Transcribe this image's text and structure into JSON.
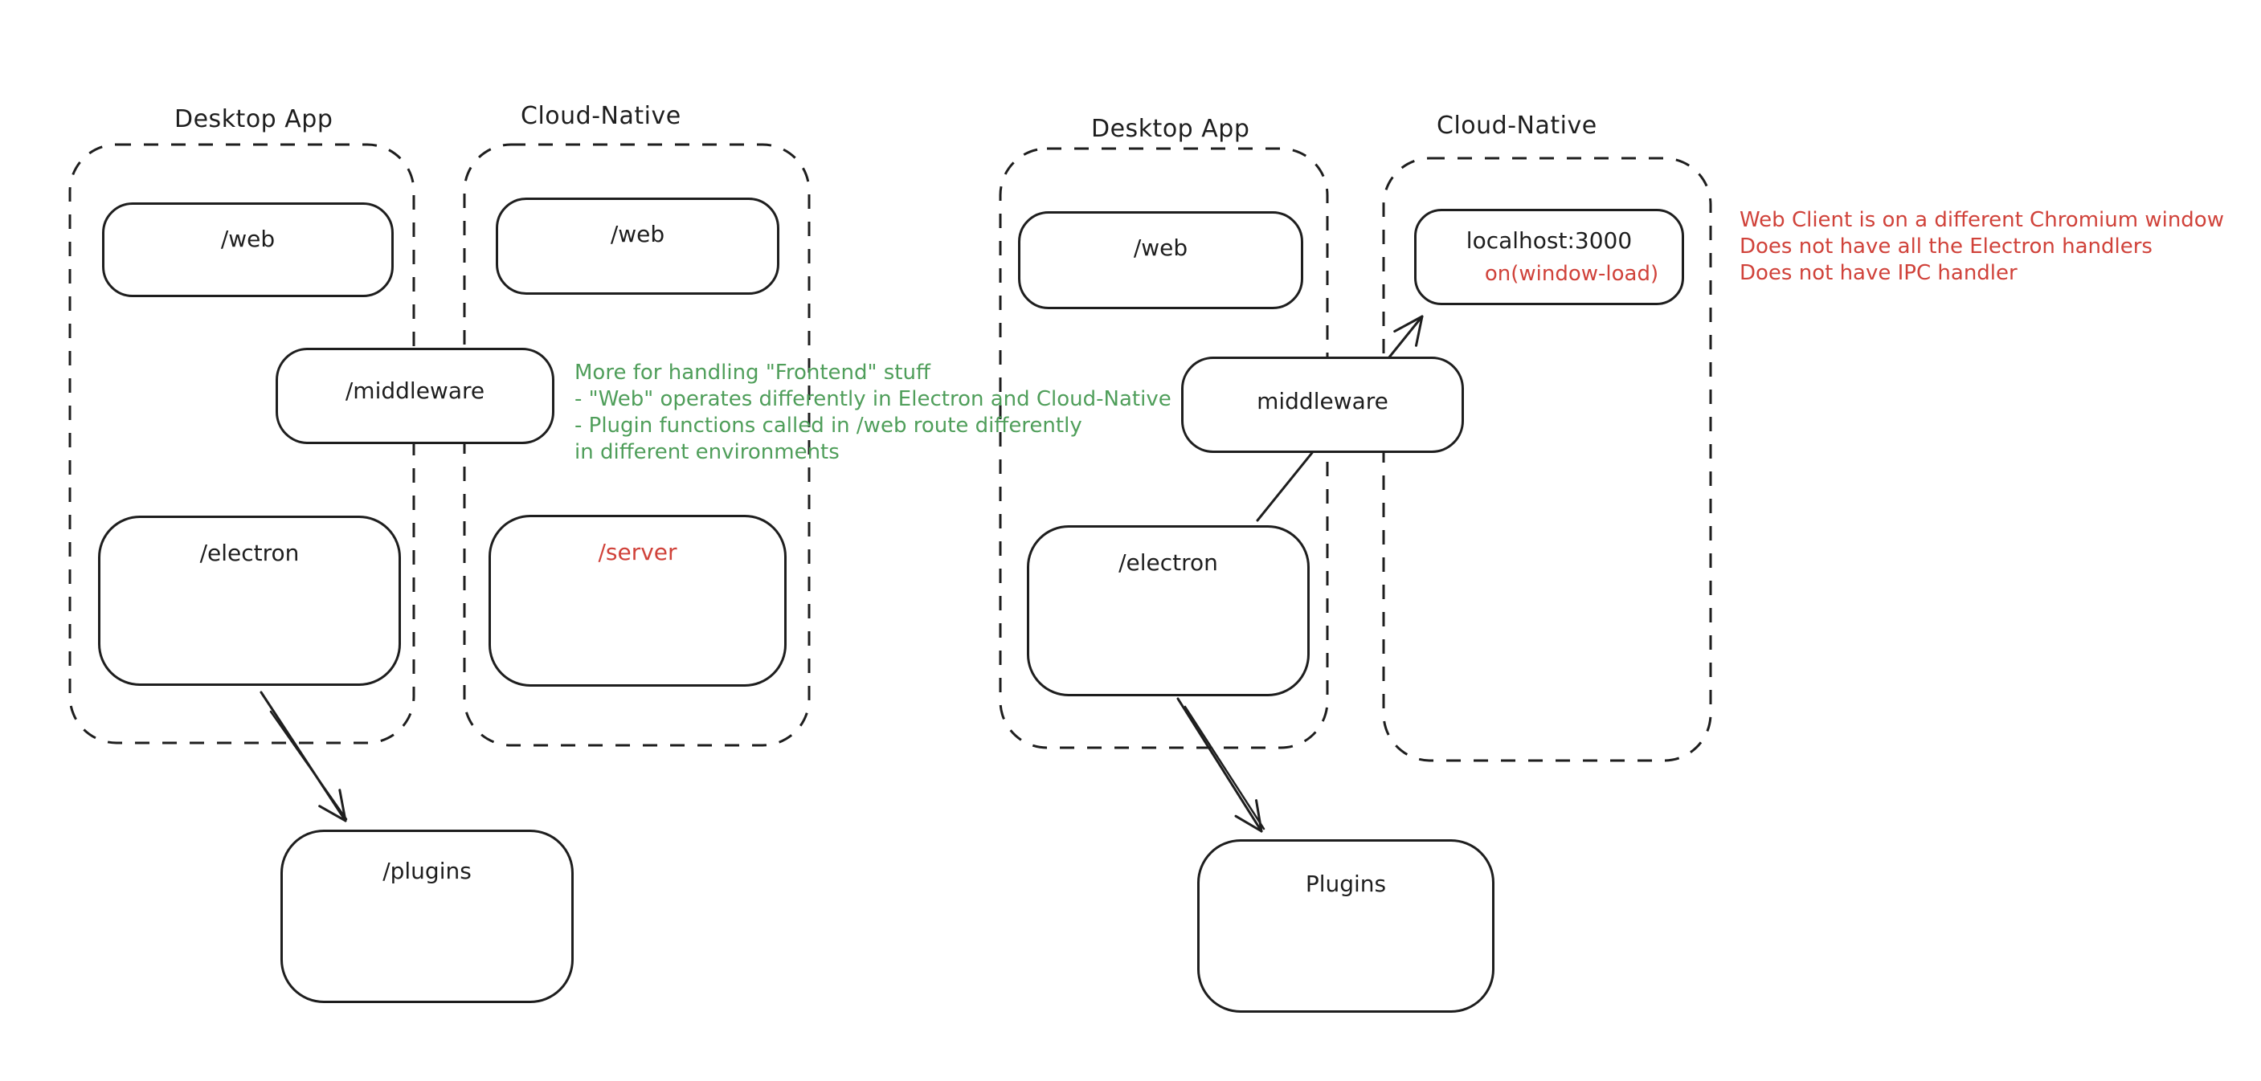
{
  "colors": {
    "ink": "#1e1e1e",
    "red": "#d0423a",
    "green": "#4f9e5a",
    "background": "#ffffff"
  },
  "diagram1": {
    "desktop_label": "Desktop App",
    "cloud_label": "Cloud-Native",
    "web_desktop": "/web",
    "web_cloud": "/web",
    "middleware": "/middleware",
    "electron": "/electron",
    "server": "/server",
    "plugins": "/plugins",
    "green_note": {
      "lines": [
        "More for handling \"Frontend\" stuff",
        "- \"Web\" operates differently in Electron and Cloud-Native",
        "- Plugin functions called in /web route differently",
        "in different environments"
      ]
    }
  },
  "diagram2": {
    "desktop_label": "Desktop App",
    "cloud_label": "Cloud-Native",
    "web": "/web",
    "middleware": "middleware",
    "electron": "/electron",
    "localhost": "localhost:3000",
    "window_load": "on(window-load)",
    "plugins": "Plugins",
    "red_note": {
      "lines": [
        "Web Client is on a different Chromium window",
        "Does not have all the Electron handlers",
        "Does not have IPC handler"
      ]
    }
  }
}
